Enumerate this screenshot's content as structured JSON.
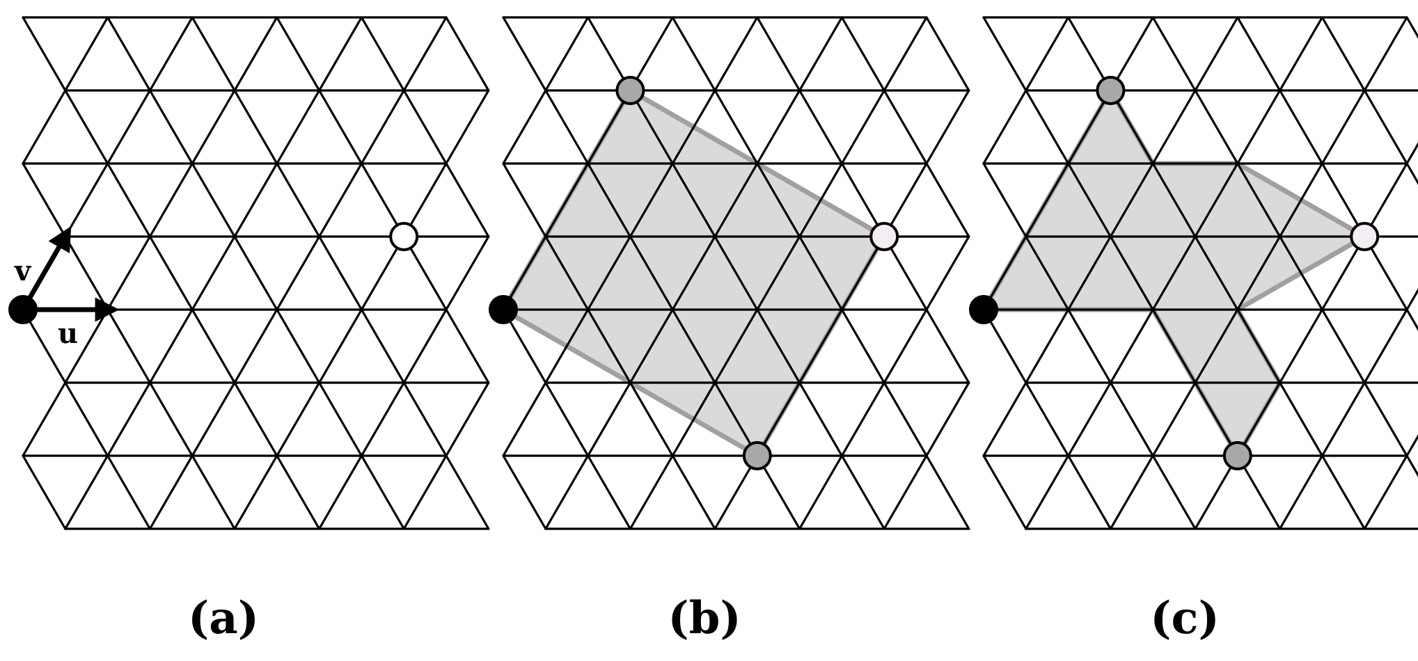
{
  "panels": [
    {
      "label": "(a)",
      "vector_u": "u",
      "vector_v": "v"
    },
    {
      "label": "(b)"
    },
    {
      "label": "(c)"
    }
  ],
  "colors": {
    "grid": "#000000",
    "origin_node": "#000000",
    "target_node_a": "#ffffff",
    "target_node": "#f4eef4",
    "corner_node": "#a8a8a8",
    "region_fill": "#dadada",
    "region_stroke": "#a0a0a0"
  }
}
